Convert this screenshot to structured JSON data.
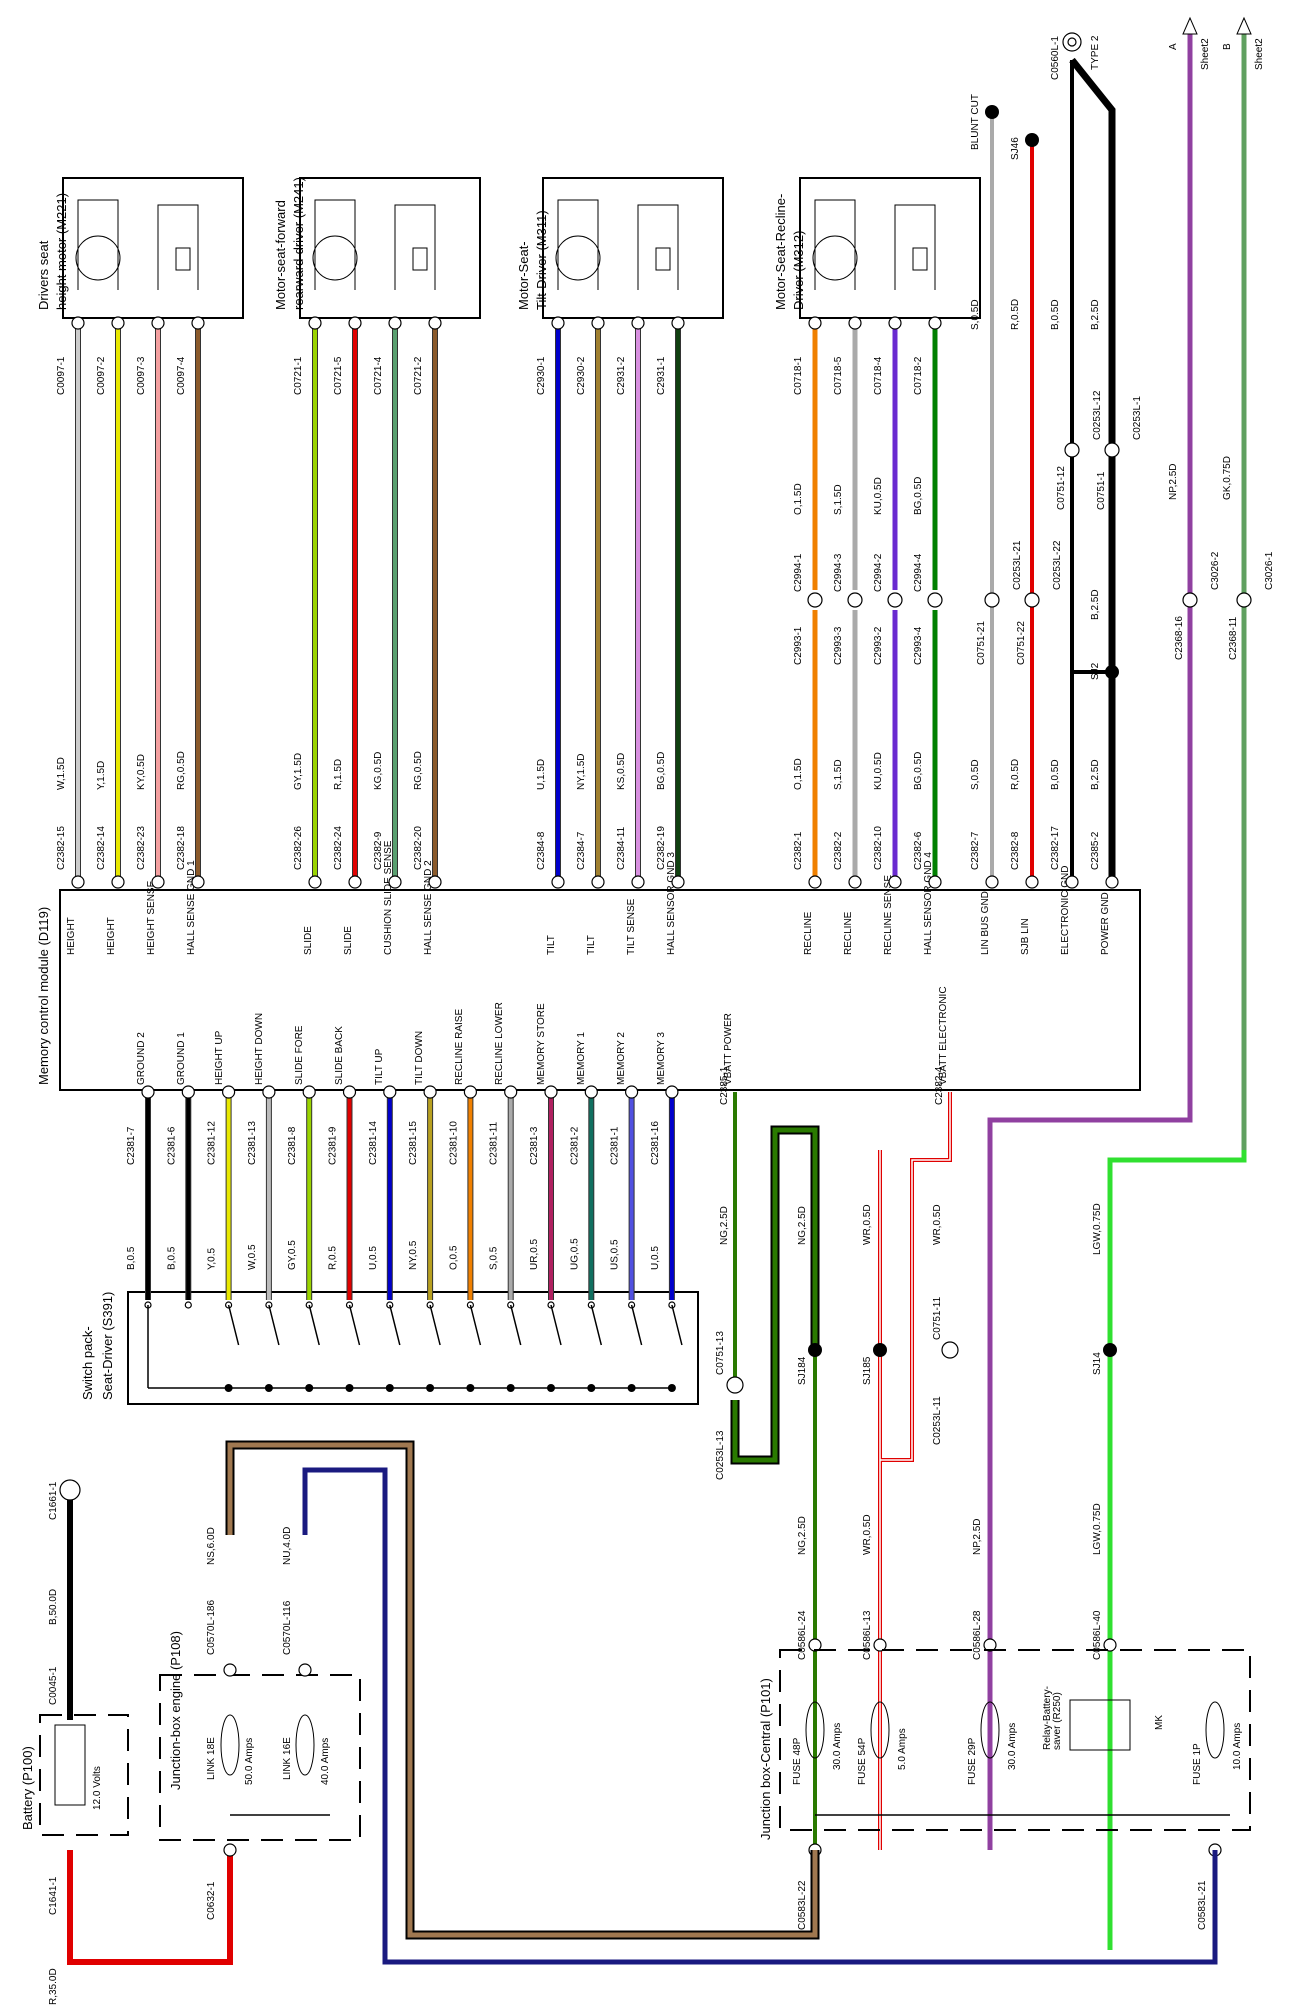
{
  "modules": {
    "mcm": "Memory control module (D119)",
    "switch_pack_l1": "Switch pack-",
    "switch_pack_l2": "Seat-Driver (S391)",
    "battery": "Battery (P100)",
    "battery_volts": "12.0 Volts",
    "jb_engine": "Junction-box engine (P108)",
    "jb_central": "Junction box-Central (P101)",
    "relay_l1": "Relay-Battery-",
    "relay_l2": "saver (R250)",
    "relay_small": "MK"
  },
  "motors": [
    {
      "title1": "Drivers seat",
      "title2": "height motor (M221)",
      "pins": [
        "C0097-1",
        "C0097-2",
        "C0097-3",
        "C0097-4"
      ],
      "wires": [
        "W,1.5D",
        "Y,1.5D",
        "KY,0.5D",
        "RG,0.5D"
      ],
      "cpins": [
        "C2382-15",
        "C2382-14",
        "C2382-23",
        "C2382-18"
      ],
      "colors": [
        "#cccccc",
        "#e8e800",
        "#f4a0a0",
        "#8b5a2b"
      ]
    },
    {
      "title1": "Motor-seat-forward",
      "title2": "rearward-driver (M241)",
      "pins": [
        "C0721-1",
        "C0721-5",
        "C0721-4",
        "C0721-2"
      ],
      "wires": [
        "GY,1.5D",
        "R,1.5D",
        "KG,0.5D",
        "RG,0.5D"
      ],
      "cpins": [
        "C2382-26",
        "C2382-24",
        "C2382-9",
        "C2382-20"
      ],
      "colors": [
        "#9ad400",
        "#e00000",
        "#5aa070",
        "#8b5a2b"
      ]
    },
    {
      "title1": "Motor-Seat-",
      "title2": "Tilt-Driver (M311)",
      "pins": [
        "C2930-1",
        "C2930-2",
        "C2931-2",
        "C2931-1"
      ],
      "wires": [
        "U,1.5D",
        "NY,1.5D",
        "KS,0.5D",
        "BG,0.5D"
      ],
      "cpins": [
        "C2384-8",
        "C2384-7",
        "C2384-11",
        "C2382-19"
      ],
      "colors": [
        "#0000cc",
        "#a08030",
        "#d890e0",
        "#104010"
      ]
    },
    {
      "title1": "Motor-Seat-Recline-",
      "title2": "Driver (M312)",
      "pins": [
        "C0718-1",
        "C0718-5",
        "C0718-4",
        "C0718-2"
      ],
      "wires": [
        "O,1.5D",
        "S,1.5D",
        "KU,0.5D",
        "BG,0.5D"
      ],
      "wires_upper": [
        "O,1.5D",
        "S,1.5D",
        "KU,0.5D",
        "BG,0.5D"
      ],
      "mid_top": [
        "C2994-1",
        "C2994-3",
        "C2994-2",
        "C2994-4"
      ],
      "mid_bot": [
        "C2993-1",
        "C2993-3",
        "C2993-2",
        "C2993-4"
      ],
      "cpins": [
        "C2382-1",
        "C2382-2",
        "C2382-10",
        "C2382-6"
      ],
      "colors": [
        "#f08000",
        "#aaaaaa",
        "#6a2ad0",
        "#008000"
      ]
    }
  ],
  "right_wires": {
    "blunt_cut": "BLUNT CUT",
    "sj46": "SJ46",
    "type2_pin": "C0560L-1",
    "type2": "TYPE 2",
    "sheet_a": "A",
    "sheet_b": "B",
    "sheet2": "Sheet2",
    "w1_upper": "S,0.5D",
    "w2_upper": "R,0.5D",
    "w3_upper": "B,0.5D",
    "w4_upper": "B,2.5D",
    "w1_mid1": "C0253L-21",
    "w1_mid2": "C0751-21",
    "w2_mid1": "C0253L-22",
    "w2_mid2": "C0751-22",
    "w3_mid1": "C0253L-12",
    "w3_mid2": "C0751-12",
    "w4_mid1": "C0253L-1",
    "w4_mid2": "C0751-1",
    "w4_lower_lbl": "B,2.5D",
    "sj2": "SJ2",
    "w1_lower": "S,0.5D",
    "w2_lower": "R,0.5D",
    "w3_lower": "B,0.5D",
    "w4_lower": "B,2.5D",
    "w1_c": "C2382-7",
    "w2_c": "C2382-8",
    "w3_c": "C2382-17",
    "w4_c": "C2385-2",
    "np_upper": "NP,2.5D",
    "np_mid1": "C3026-2",
    "np_mid2": "C2368-16",
    "gk_upper": "GK,0.75D",
    "gk_mid1": "C3026-1",
    "gk_mid2": "C2368-11"
  },
  "mcm_labels_top": [
    "HEIGHT",
    "HEIGHT",
    "HEIGHT SENSE",
    "HALL SENSE GND 1",
    "SLIDE",
    "SLIDE",
    "CUSHION SLIDE SENSE",
    "HALL SENSE GND 2",
    "TILT",
    "TILT",
    "TILT SENSE",
    "HALL SENSOR GND 3",
    "RECLINE",
    "RECLINE",
    "RECLINE SENSE",
    "HALL SENSOR GND 4",
    "LIN BUS GND",
    "SJB LIN",
    "ELECTRONIC GND",
    "POWER GND"
  ],
  "mcm_labels_bottom": [
    "GROUND 2",
    "GROUND 1",
    "HEIGHT UP",
    "HEIGHT DOWN",
    "SLIDE FORE",
    "SLIDE BACK",
    "TILT UP",
    "TILT DOWN",
    "RECLINE RAISE",
    "RECLINE LOWER",
    "MEMORY STORE",
    "MEMORY 1",
    "MEMORY 2",
    "MEMORY 3",
    "VBATT POWER",
    "VBATT ELECTRONIC"
  ],
  "switch_wires": [
    {
      "pin": "C2381-7",
      "wire": "B,0.5",
      "color": "#000000"
    },
    {
      "pin": "C2381-6",
      "wire": "B,0.5",
      "color": "#000000"
    },
    {
      "pin": "C2381-12",
      "wire": "Y,0.5",
      "color": "#e8e800"
    },
    {
      "pin": "C2381-13",
      "wire": "W,0.5",
      "color": "#bbbbbb"
    },
    {
      "pin": "C2381-8",
      "wire": "GY,0.5",
      "color": "#9ad400"
    },
    {
      "pin": "C2381-9",
      "wire": "R,0.5",
      "color": "#e00000"
    },
    {
      "pin": "C2381-14",
      "wire": "U,0.5",
      "color": "#0000cc"
    },
    {
      "pin": "C2381-15",
      "wire": "NY,0.5",
      "color": "#b8a020"
    },
    {
      "pin": "C2381-10",
      "wire": "O,0.5",
      "color": "#f08000"
    },
    {
      "pin": "C2381-11",
      "wire": "S,0.5",
      "color": "#aaaaaa"
    },
    {
      "pin": "C2381-3",
      "wire": "UR,0.5",
      "color": "#b02060"
    },
    {
      "pin": "C2381-2",
      "wire": "UG,0.5",
      "color": "#107060"
    },
    {
      "pin": "C2381-1",
      "wire": "US,0.5",
      "color": "#5050e0"
    },
    {
      "pin": "C2381-16",
      "wire": "U,0.5",
      "color": "#0000cc"
    }
  ],
  "power": {
    "c2385_1": "C2385-1",
    "ng_25": "NG,2.5D",
    "ng_25b": "NG,2.5D",
    "c0253l_13": "C0253L-13",
    "c0751_13": "C0751-13",
    "sj184": "SJ184",
    "sj185": "SJ185",
    "wr_05": "WR,0.5D",
    "wr_05b": "WR,0.5D",
    "c2382_4": "C2382-4",
    "c0253l_11": "C0253L-11",
    "c0751_11": "C0751-11",
    "lgw_075": "LGW,0.75D",
    "sj14": "SJ14",
    "ng_lower": "NG,2.5D",
    "wr_lower": "WR,0.5D",
    "np_lower": "NP,2.5D",
    "lgw_lower": "LGW,0.75D",
    "c0586l_24": "C0586L-24",
    "c0586l_13": "C0586L-13",
    "c0586l_28": "C0586L-28",
    "c0586l_40": "C0586L-40",
    "fuse48": "FUSE 48P",
    "fuse48_a": "30.0 Amps",
    "fuse54": "FUSE 54P",
    "fuse54_a": "5.0 Amps",
    "fuse29": "FUSE 29P",
    "fuse29_a": "30.0 Amps",
    "fuse1": "FUSE 1P",
    "fuse1_a": "10.0 Amps",
    "c0583l_22": "C0583L-22",
    "c0583l_21": "C0583L-21",
    "c1661_1": "C1661-1",
    "b50": "B,50.0D",
    "c0045_1": "C0045-1",
    "c1641_1": "C1641-1",
    "r35": "R,35.0D",
    "c0632_1": "C0632-1",
    "link18": "LINK 18E",
    "link18_a": "50.0 Amps",
    "link16": "LINK 16E",
    "link16_a": "40.0 Amps",
    "c0570l_186": "C0570L-186",
    "ns6": "NS,6.0D",
    "c0570l_116": "C0570L-116",
    "nu4": "NU,4.0D"
  },
  "colors": {
    "red": "#e00000",
    "brown": "#a07850",
    "navy": "#1a1a80",
    "green_dk": "#2a7a00",
    "purple": "#9040a0",
    "lgreen": "#30e030",
    "gkgreen": "#60a060"
  }
}
